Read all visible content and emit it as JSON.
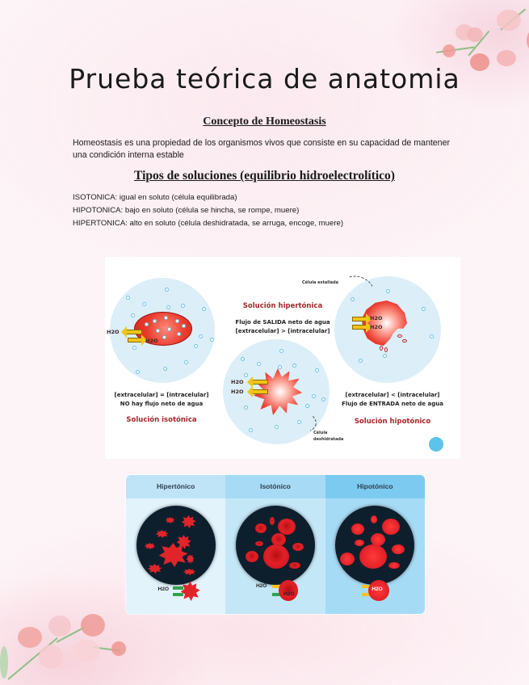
{
  "document": {
    "title": "Prueba teórica de anatomia",
    "sections": [
      {
        "heading": "Concepto de Homeostasis",
        "paragraph": "Homeostasis es una propiedad de los organismos vivos que consiste en su capacidad de mantener una condición interna estable"
      },
      {
        "heading": "Tipos de soluciones (equilibrio hidroelectrolítico)",
        "items": [
          "ISOTONICA: igual en soluto (célula equilibrada)",
          "HIPOTONICA: bajo en soluto (célula se hincha, se rompe, muere)",
          "HIPERTONICA: alto en soluto (célula deshidratada, se arruga, encoge, muere)"
        ]
      }
    ]
  },
  "diagram_cells": {
    "isotonic": {
      "condition": "[extracelular] = [intracelular]",
      "flow": "NO hay flujo neto de agua",
      "label": "Solución isotónica",
      "h2o_out": "H2O",
      "h2o_in": "H2O"
    },
    "hypertonic": {
      "label": "Solución hipertónica",
      "flow": "Flujo de SALIDA neto de agua",
      "condition": "[extracelular] > [intracelular]",
      "h2o_1": "H2O",
      "h2o_2": "H2O",
      "note_line1": "Célula",
      "note_line2": "deshidratada"
    },
    "hypotonic": {
      "note": "Célula estallada",
      "condition": "[extracelular] < [intracelular]",
      "flow": "Flujo de ENTRADA neto de agua",
      "label": "Solución hipotónico",
      "h2o_1": "H2O",
      "h2o_2": "H2O"
    }
  },
  "diagram_comparison": {
    "columns": [
      {
        "header": "Hipertónico",
        "molecule": "H2O"
      },
      {
        "header": "Isotónico",
        "molecule_out": "H2O",
        "molecule_in": "H2O"
      },
      {
        "header": "Hipotónico",
        "molecule": "H2O"
      }
    ]
  },
  "colors": {
    "background": "#fdf4f7",
    "label_red": "#a5262b",
    "cell_red": "#ea3a2d",
    "solution_blue": "#dceef8",
    "arrow_yellow": "#f2c418"
  }
}
